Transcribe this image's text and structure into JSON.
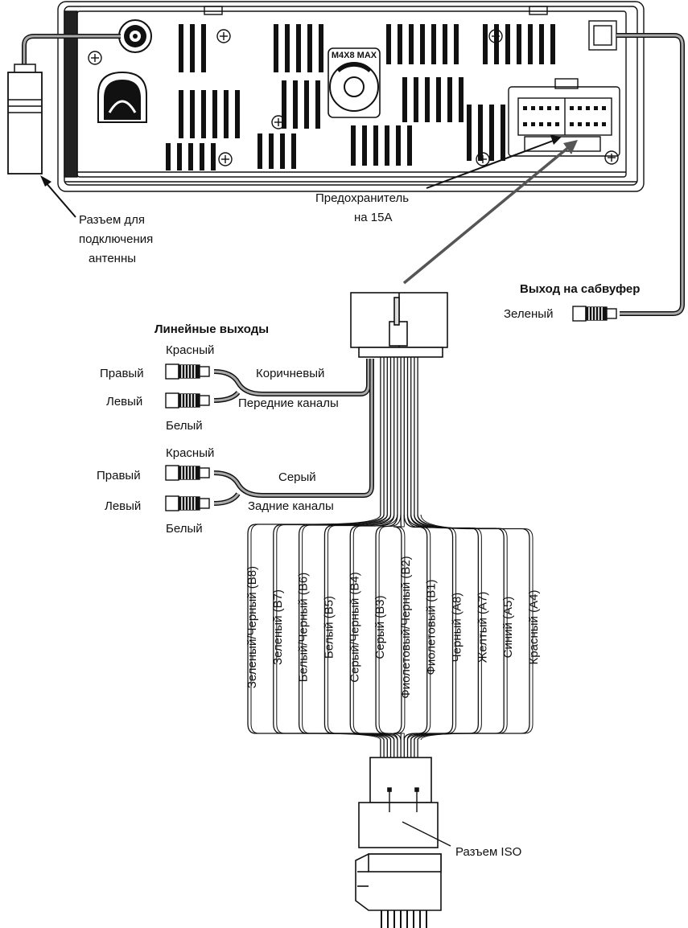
{
  "unit": {
    "stamp": "M4X8 MAX"
  },
  "labels": {
    "antenna_connector": [
      "Разъем для",
      "подключения",
      "антенны"
    ],
    "fuse": [
      "Предохранитель",
      "на 15А"
    ],
    "subwoofer_title": "Выход на сабвуфер",
    "subwoofer_color": "Зеленый",
    "line_outputs_title": "Линейные выходы",
    "iso_connector": "Разъем ISO"
  },
  "front_channels": {
    "red": "Красный",
    "right": "Правый",
    "wire_color": "Коричневый",
    "left": "Левый",
    "channel_name": "Передние каналы",
    "white": "Белый"
  },
  "rear_channels": {
    "red": "Красный",
    "right": "Правый",
    "wire_color": "Серый",
    "left": "Левый",
    "channel_name": "Задние каналы",
    "white": "Белый"
  },
  "wires": [
    "Зеленый/Черный (B8)",
    "Зеленый (B7)",
    "Белый/Черный (B6)",
    "Белый (B5)",
    "Серый/Черный (B4)",
    "Серый (B3)",
    "Фиолетовый/Черный (B2)",
    "Фиолетовый (B1)",
    "Черный (A8)",
    "Желтый (A7)",
    "Синий (A5)",
    "Красный (A4)"
  ]
}
